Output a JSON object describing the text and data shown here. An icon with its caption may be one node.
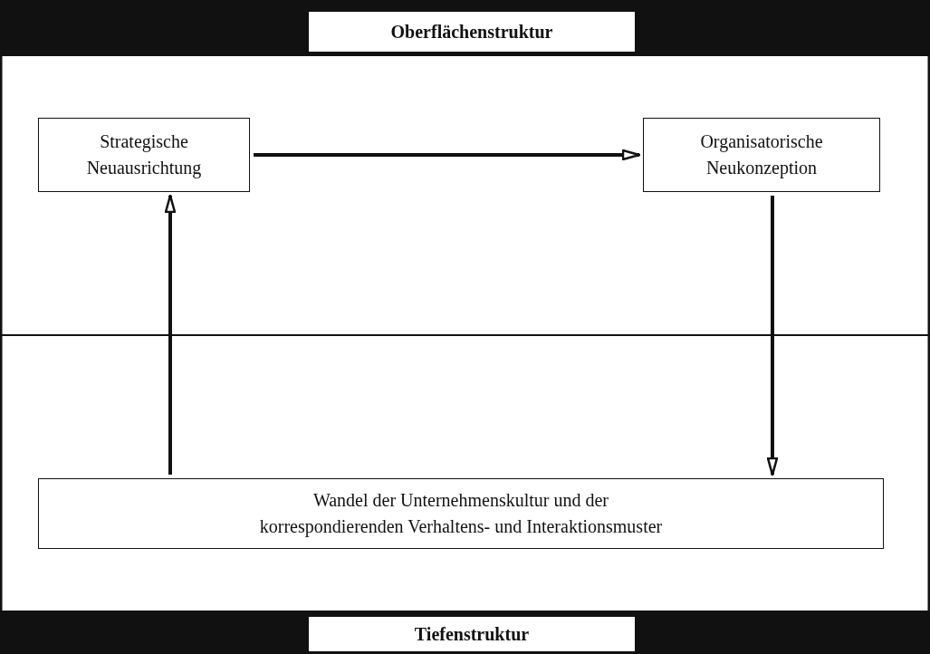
{
  "diagram": {
    "nodes": [
      {
        "text": [
          "Strategische Neuausrichtung"
        ]
      },
      {
        "text": [
          "Organisatorische Neukonzeption"
        ]
      },
      {
        "text": [
          "Wandel der Unternehmenskultur und der korrespondierenden Verhaltens- und Interaktionsmuster"
        ]
      }
    ],
    "edges": [
      {
        "from": 0,
        "to": 1,
        "arrow": "to"
      },
      {
        "from": 2,
        "to": 0,
        "arrow": "to"
      },
      {
        "from": 1,
        "to": 2,
        "arrow": "to"
      }
    ],
    "labels": [
      "Oberflächenstruktur",
      "Tiefenstruktur"
    ]
  }
}
